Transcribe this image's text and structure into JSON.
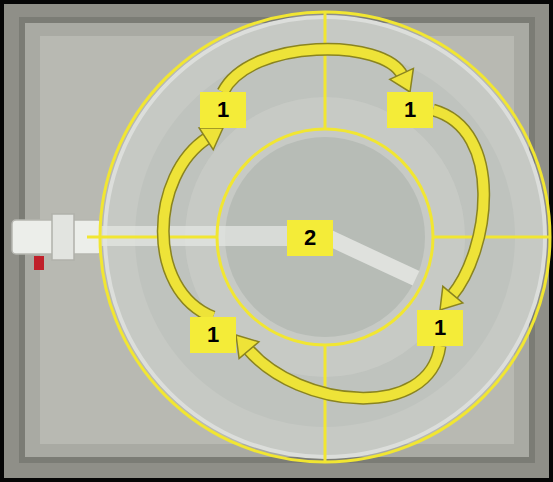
{
  "diagram": {
    "nodes": [
      {
        "text": [
          "1"
        ]
      },
      {
        "text": [
          "1"
        ]
      },
      {
        "text": [
          "2"
        ]
      },
      {
        "text": [
          "1"
        ]
      },
      {
        "text": [
          "1"
        ]
      }
    ],
    "edges": [
      {
        "from": 0,
        "to": 1,
        "arrow": "to"
      },
      {
        "from": 1,
        "to": 4,
        "arrow": "to"
      },
      {
        "from": 4,
        "to": 3,
        "arrow": "to"
      },
      {
        "from": 3,
        "to": 0,
        "arrow": "to"
      }
    ]
  }
}
